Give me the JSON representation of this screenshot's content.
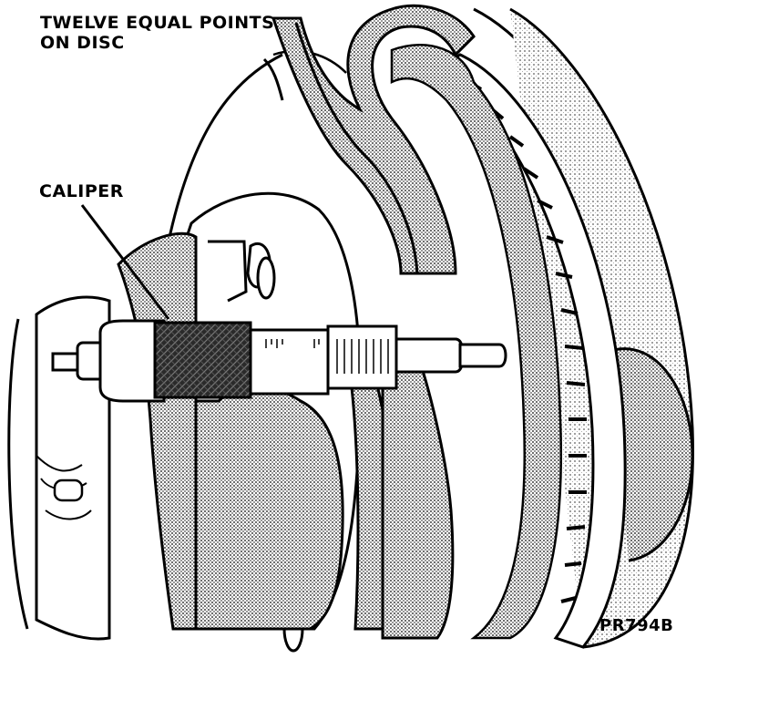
{
  "figure": {
    "title_line_1": "TWELVE EQUAL POINTS",
    "title_line_2": "ON DISC",
    "caliper_label": "CALIPER",
    "figure_code": "PR794B"
  },
  "colors": {
    "ink": "#000000",
    "paper": "#ffffff",
    "shade": "#8c8c8c",
    "dark_shade": "#3a3a3a"
  },
  "icons": {
    "instrument": "micrometer-icon",
    "part": "brake-disc-icon"
  }
}
